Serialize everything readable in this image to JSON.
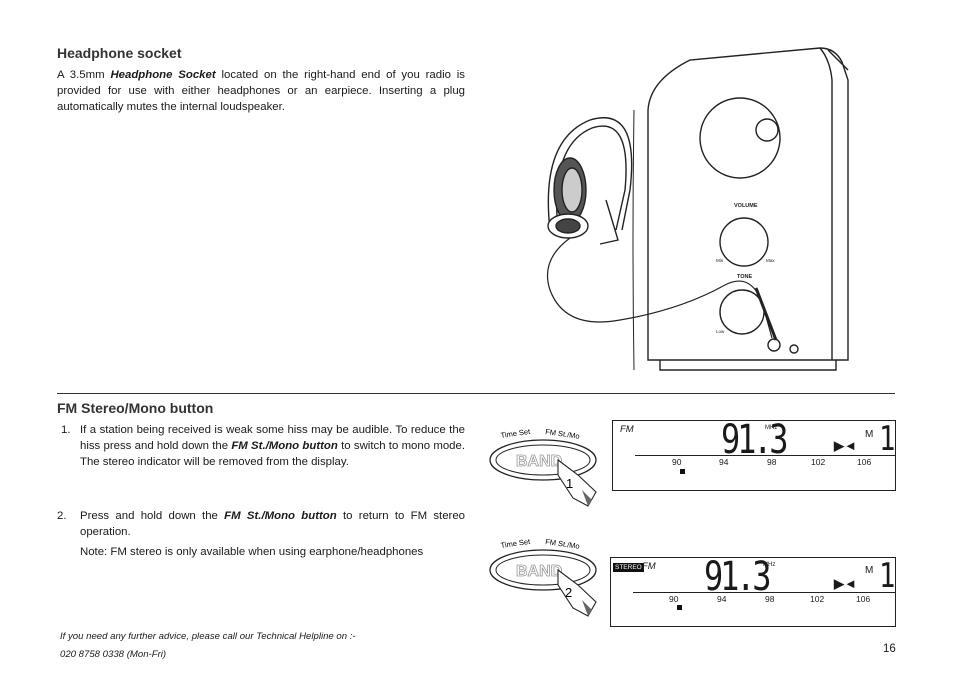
{
  "headphone": {
    "heading": "Headphone socket",
    "para_pre": "A 3.5mm ",
    "para_bold": "Headphone Socket",
    "para_post": " located on the right-hand end of you radio is provided for use with either headphones or an earpiece. Inserting a plug automatically mutes the internal loudspeaker."
  },
  "radio_labels": {
    "volume": "VOLUME",
    "min": "Min",
    "max": "Max",
    "tone": "TONE",
    "low": "Low"
  },
  "fm": {
    "heading": "FM Stereo/Mono button",
    "item1_num": "1.",
    "item1_pre": "If a station being received is weak some hiss may be audible. To reduce the hiss press and hold down the ",
    "item1_bold": "FM St./Mono button",
    "item1_post": " to switch to mono mode. The stereo indicator will be removed from the display.",
    "item2_num": "2.",
    "item2_pre": "Press and hold down the ",
    "item2_bold": "FM St./Mono button",
    "item2_post": " to return to FM stereo  operation.",
    "note": "Note: FM stereo is only available when using earphone/headphones"
  },
  "button_panel": {
    "time_set": "Time Set",
    "fm_st_mo": "FM St./Mo",
    "band": "BAND",
    "step1": "1",
    "step2": "2"
  },
  "display1": {
    "mode": "FM",
    "freq": "91.3",
    "unit": "MHz",
    "mem": "M",
    "preset": "1",
    "scale": [
      "90",
      "94",
      "98",
      "102",
      "106"
    ],
    "stereo": ""
  },
  "display2": {
    "stereo": "STEREO",
    "mode": "FM",
    "freq": "91.3",
    "unit": "MHz",
    "mem": "M",
    "preset": "1",
    "scale": [
      "90",
      "94",
      "98",
      "102",
      "106"
    ]
  },
  "footer": {
    "line1": "If you need any further advice, please call our Technical Helpline on :-",
    "line2": "020 8758 0338 (Mon-Fri)",
    "page": "16"
  }
}
